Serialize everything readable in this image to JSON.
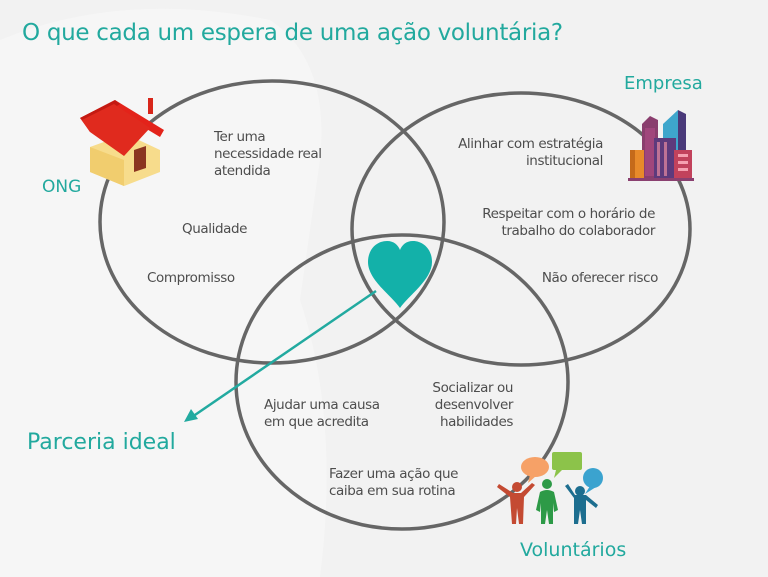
{
  "title": "O que cada um espera de uma ação voluntária?",
  "colors": {
    "accent": "#22a99e",
    "circle_stroke": "#666666",
    "background": "#f2f2f2",
    "text": "#4d4d4d"
  },
  "sets": {
    "ong": {
      "label": "ONG",
      "icon": "house-icon",
      "items": [
        "Ter uma\nnecessidade real\natendida",
        "Qualidade",
        "Compromisso"
      ]
    },
    "empresa": {
      "label": "Empresa",
      "icon": "buildings-icon",
      "items": [
        "Alinhar com estratégia\ninstitucional",
        "Respeitar com o horário de\ntrabalho do colaborador",
        "Não oferecer risco"
      ]
    },
    "voluntarios": {
      "label": "Voluntários",
      "icon": "people-talking-icon",
      "items": [
        "Ajudar uma causa\nem que acredita",
        "Socializar ou\ndesenvolver\nhabilidades",
        "Fazer uma ação que\ncaiba em sua rotina"
      ]
    }
  },
  "center": {
    "icon": "heart-icon",
    "label": "Parceria ideal"
  }
}
